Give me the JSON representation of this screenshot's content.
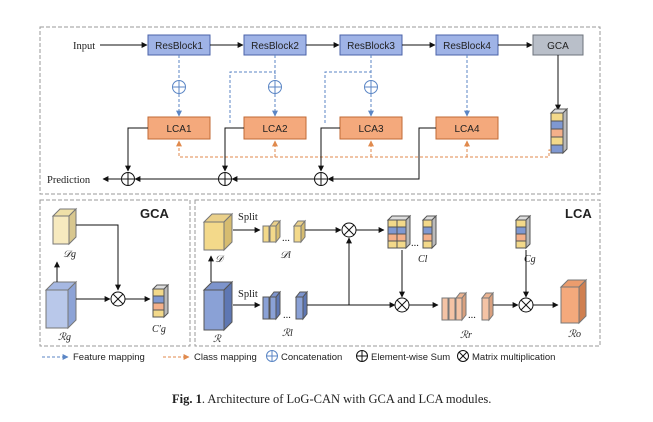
{
  "top": {
    "input_label": "Input",
    "prediction_label": "Prediction",
    "resblocks": [
      "ResBlock1",
      "ResBlock2",
      "ResBlock3",
      "ResBlock4"
    ],
    "gca_label": "GCA",
    "lca_blocks": [
      "LCA1",
      "LCA2",
      "LCA3",
      "LCA4"
    ]
  },
  "gca_panel": {
    "title": "GCA",
    "d_g": "𝒟g",
    "r_g": "ℛg",
    "c_g_prime": "C′g"
  },
  "lca_panel": {
    "title": "LCA",
    "split_top": "Split",
    "split_bottom": "Split",
    "d": "𝒟",
    "d_l": "𝒟l",
    "r": "ℛ",
    "r_l": "ℛl",
    "c_l": "Cl",
    "c_g": "Cg",
    "r_r": "ℛr",
    "r_o": "ℛo",
    "ellipsis_1": "...",
    "ellipsis_2": "...",
    "ellipsis_3": "..."
  },
  "legend": {
    "feature_mapping": "Feature mapping",
    "class_mapping": "Class mapping",
    "concatenation": "Concatenation",
    "element_wise_sum": "Element-wise Sum",
    "matrix_multiplication": "Matrix multiplication"
  },
  "caption": {
    "fig_label": "Fig. 1",
    "text": ". Architecture of LoG-CAN with GCA and LCA modules."
  },
  "colors": {
    "resblock": "#9fb3e6",
    "gca": "#b9bfc9",
    "lca": "#f4a97c",
    "feature_arrow": "#5b86c5",
    "class_arrow": "#e08a4d",
    "cube_yellow": "#f3d98a",
    "cube_blue": "#7f98d1",
    "cube_orange": "#f4b08a"
  }
}
